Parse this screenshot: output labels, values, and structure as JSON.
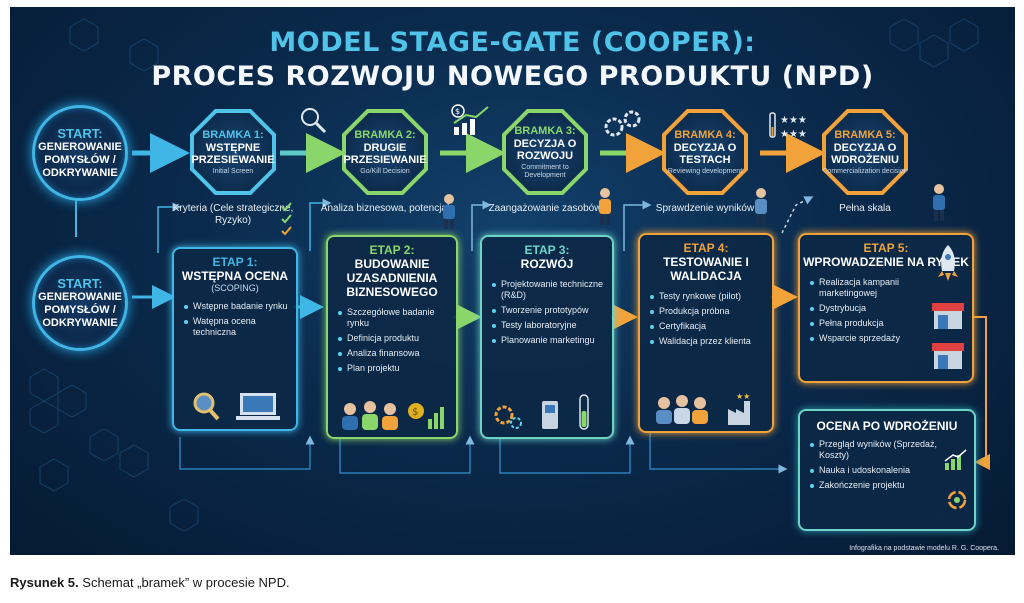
{
  "title": {
    "line1": "MODEL STAGE-GATE (COOPER):",
    "line2": "PROCES ROZWOJU NOWEGO PRODUKTU (NPD)"
  },
  "starts": [
    {
      "label": "START:",
      "text": "GENEROWANIE POMYSŁÓW / ODKRYWANIE"
    },
    {
      "label": "START:",
      "text": "GENEROWANIE POMYSŁÓW / ODKRYWANIE"
    }
  ],
  "gates": [
    {
      "title": "BRAMKA 1:",
      "name": "WSTĘPNE PRZESIEWANIE",
      "sub": "Initial Screen",
      "caption": "Kryteria (Cele strategiczne, Ryzyko)",
      "color": "#4fc3e8"
    },
    {
      "title": "BRAMKA 2:",
      "name": "DRUGIE PRZESIEWANIE",
      "sub": "Go/Kill Decision",
      "caption": "Analiza biznesowa, potencjał",
      "color": "#8bd66a"
    },
    {
      "title": "BRAMKA 3:",
      "name": "DECYZJA O ROZWOJU",
      "sub": "Commitment to Development",
      "caption": "Zaangażowanie zasobów",
      "color": "#8bd66a"
    },
    {
      "title": "BRAMKA 4:",
      "name": "DECYZJA O TESTACH",
      "sub": "Reviewing development",
      "caption": "Sprawdzenie wyników",
      "color": "#f2a23a"
    },
    {
      "title": "BRAMKA 5:",
      "name": "DECYZJA O WDROŻENIU",
      "sub": "Commercialization decision",
      "caption": "Pełna skala",
      "color": "#f2a23a"
    }
  ],
  "stages": [
    {
      "title": "ETAP 1:",
      "name": "WSTĘPNA OCENA",
      "sub": "(SCOPING)",
      "items": [
        "Wstępne badanie rynku",
        "Watępna ocena techniczna"
      ],
      "color": "#3fb6e6"
    },
    {
      "title": "ETAP 2:",
      "name": "BUDOWANIE UZASADNIENIA BIZNESOWEGO",
      "sub": "",
      "items": [
        "Szczegółowe badanie rynku",
        "Definicja produktu",
        "Analiza finansowa",
        "Plan projektu"
      ],
      "color": "#8bd66a"
    },
    {
      "title": "ETAP 3:",
      "name": "ROZWÓJ",
      "sub": "",
      "items": [
        "Projektowanie techniczne (R&D)",
        "Tworzenie prototypów",
        "Testy laboratoryjne",
        "Planowanie marketingu"
      ],
      "color": "#6fd4c8"
    },
    {
      "title": "ETAP 4:",
      "name": "TESTOWANIE I WALIDACJA",
      "sub": "",
      "items": [
        "Testy rynkowe (pilot)",
        "Produkcja próbna",
        "Certyfikacja",
        "Walidacja przez klienta"
      ],
      "color": "#f2a23a"
    },
    {
      "title": "ETAP 5:",
      "name": "WPROWADZENIE NA RYNEK",
      "sub": "",
      "items": [
        "Realizacja kampanii marketingowej",
        "Dystrybucja",
        "Pełna produkcja",
        "Wsparcie sprzedaży"
      ],
      "color": "#f2a23a"
    }
  ],
  "post": {
    "title": "OCENA PO WDROŻENIU",
    "items": [
      "Przegląd wyników (Sprzedaż, Koszty)",
      "Nauka i udoskonalenia",
      "Zakończenie projektu"
    ],
    "color": "#6fd4c8"
  },
  "credit": "Infografika na podstawie modelu R. G. Coopera.",
  "caption": {
    "label": "Rysunek 5.",
    "text": " Schemat „bramek” w procesie NPD."
  }
}
